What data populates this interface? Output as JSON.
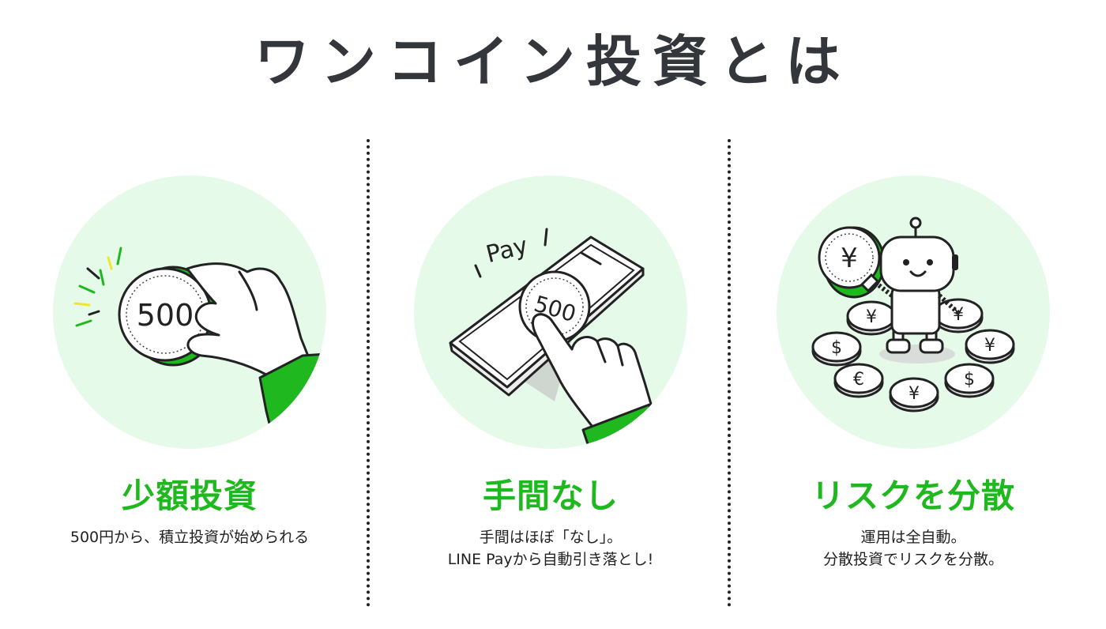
{
  "page": {
    "title": "ワンコイン投資とは"
  },
  "features": [
    {
      "title": "少額投資",
      "lines": [
        "500円から、積立投資が始められる"
      ],
      "illustration": {
        "coin_text": "500"
      }
    },
    {
      "title": "手間なし",
      "lines": [
        "手間はほぼ「なし」。",
        "LINE Payから自動引き落とし!"
      ],
      "illustration": {
        "coin_text": "500",
        "bubble_text": "Pay",
        "icon": "smartphone-tap"
      }
    },
    {
      "title": "リスクを分散",
      "lines": [
        "運用は全自動。",
        "分散投資でリスクを分散。"
      ],
      "illustration": {
        "icon": "robot-with-coins",
        "coin_symbols": [
          "¥",
          "¥",
          "¥",
          "$",
          "€",
          "¥",
          "$",
          "¥"
        ]
      }
    }
  ],
  "colors": {
    "accent": "#1fb81f",
    "circle_bg": "#e6faea",
    "ink": "#222222"
  }
}
